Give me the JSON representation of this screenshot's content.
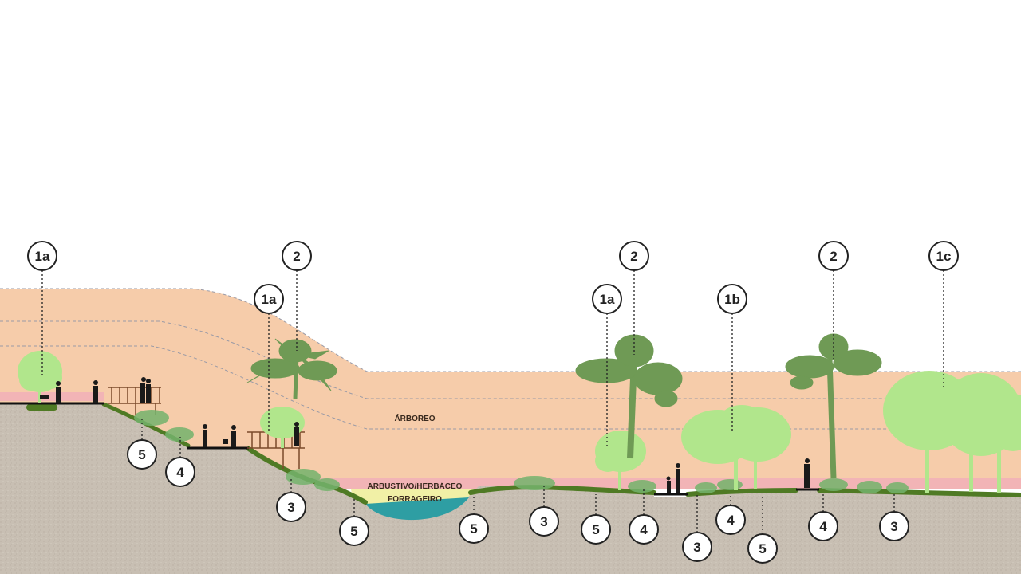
{
  "zones": {
    "arboreo": "ÁRBOREO",
    "arbustivo": "ARBUSTIVO/HERBÁCEO",
    "forrageiro": "FORRAGEIRO"
  },
  "callouts": [
    {
      "label": "1a"
    },
    {
      "label": "2"
    },
    {
      "label": "1a"
    },
    {
      "label": "2"
    },
    {
      "label": "1a"
    },
    {
      "label": "1b"
    },
    {
      "label": "2"
    },
    {
      "label": "1c"
    },
    {
      "label": "5"
    },
    {
      "label": "4"
    },
    {
      "label": "3"
    },
    {
      "label": "5"
    },
    {
      "label": "5"
    },
    {
      "label": "3"
    },
    {
      "label": "5"
    },
    {
      "label": "4"
    },
    {
      "label": "3"
    },
    {
      "label": "4"
    },
    {
      "label": "5"
    },
    {
      "label": "4"
    },
    {
      "label": "3"
    }
  ],
  "colors": {
    "arboreo_band": "#f6ccaa",
    "arbustivo_band": "#f2b4b6",
    "forrageiro_band": "#f1f0a6",
    "soil": "#c8bfb3",
    "grass": "#4f7a24",
    "water": "#2e9ea3",
    "palm": "#6f9a55",
    "tree": "#b1e68c",
    "shrub": "#74b36c",
    "person": "#1a1a1a",
    "deck": "#7a4a2a"
  }
}
